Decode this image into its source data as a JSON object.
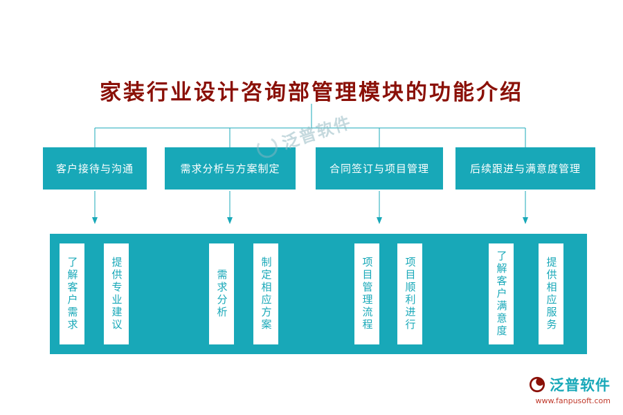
{
  "title": "家装行业设计咨询部管理模块的功能介绍",
  "branches": [
    {
      "label": "客户接待与沟通",
      "items": [
        "了解客户需求",
        "提供专业建议"
      ]
    },
    {
      "label": "需求分析与方案制定",
      "items": [
        "需求分析",
        "制定相应方案"
      ]
    },
    {
      "label": "合同签订与项目管理",
      "items": [
        "项目管理流程",
        "项目顺利进行"
      ]
    },
    {
      "label": "后续跟进与满意度管理",
      "items": [
        "了解客户满意度",
        "提供相应服务"
      ]
    }
  ],
  "watermark": {
    "brand": "泛普软件"
  },
  "footer": {
    "brand": "泛普软件",
    "url": "www.fanpusoft.com"
  },
  "colors": {
    "teal": "#18a8b8",
    "title": "#8a1007",
    "url_red": "#c0392b"
  }
}
